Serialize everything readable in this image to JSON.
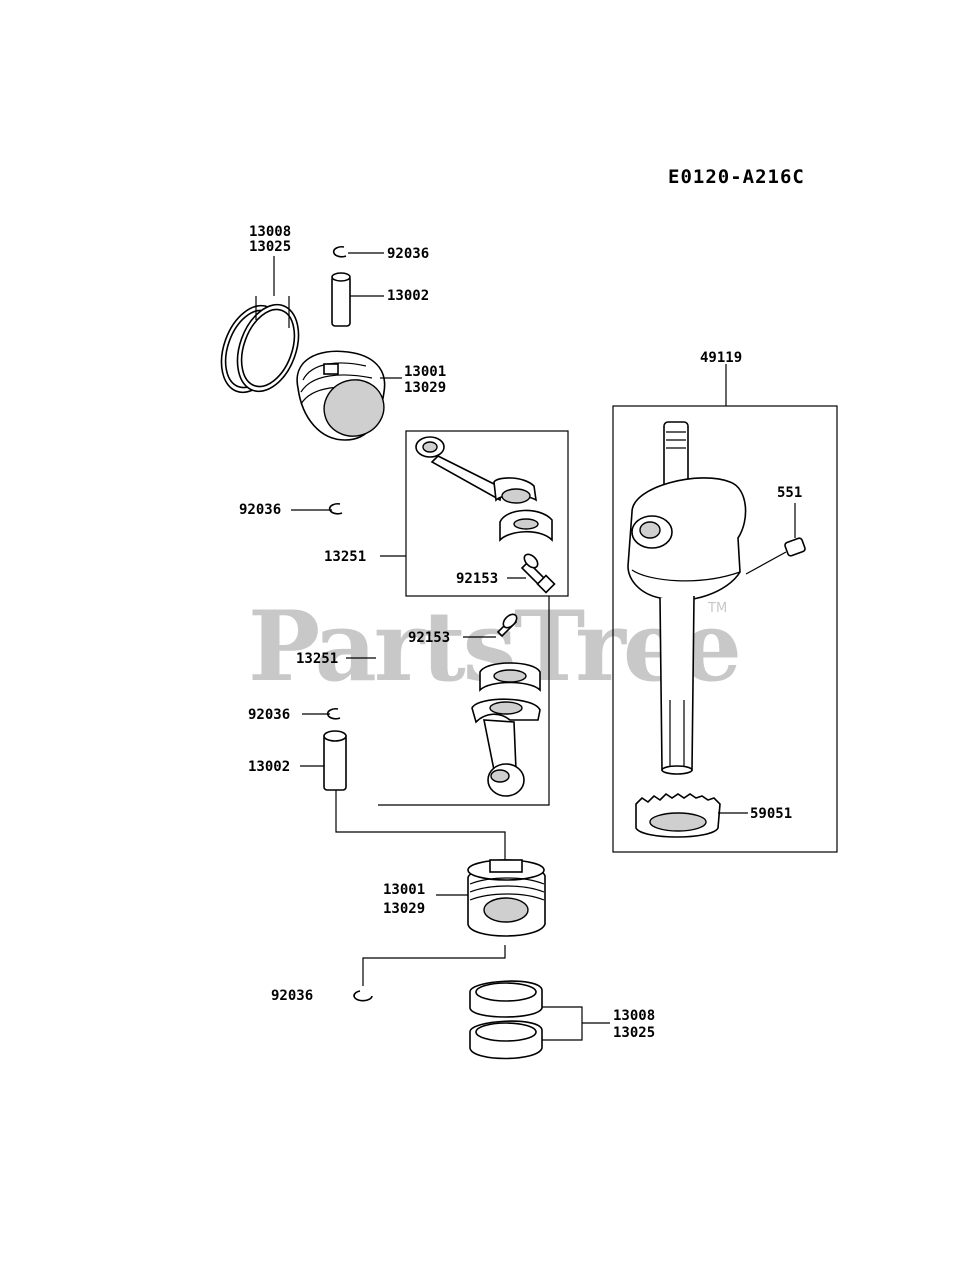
{
  "diagram_code": "E0120-A216C",
  "watermark": "PartsTree",
  "watermark_tm": "TM",
  "labels": {
    "ring_top_a": "13008",
    "ring_top_b": "13025",
    "clip_top": "92036",
    "pin_top": "13002",
    "piston_top_a": "13001",
    "piston_top_b": "13029",
    "clip_mid": "92036",
    "rod_top": "13251",
    "bolt_top": "92153",
    "bolt_mid": "92153",
    "rod_bottom": "13251",
    "clip_lower": "92036",
    "pin_lower": "13002",
    "piston_lower_a": "13001",
    "piston_lower_b": "13029",
    "clip_bottom": "92036",
    "ring_bottom_a": "13008",
    "ring_bottom_b": "13025",
    "crankshaft": "49119",
    "key": "551",
    "gear": "59051"
  }
}
